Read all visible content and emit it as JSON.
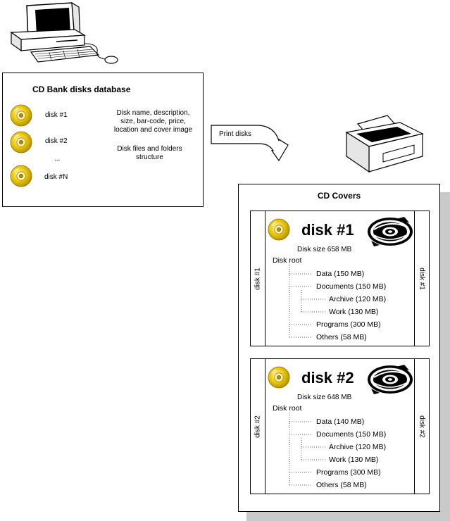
{
  "database": {
    "title": "CD Bank disks database",
    "disks": [
      "disk #1",
      "disk #2",
      "...",
      "disk #N"
    ],
    "description_lines": [
      "Disk name, description,",
      "size, bar-code, price,",
      "location and cover image"
    ],
    "structure_lines": [
      "Disk files and folders",
      "structure"
    ]
  },
  "arrow": {
    "label": "Print disks"
  },
  "covers": {
    "title": "CD Covers",
    "items": [
      {
        "title": "disk #1",
        "spine": "disk #1",
        "size": "Disk size 658 MB",
        "root": "Disk root",
        "tree": [
          "Data (150 MB)",
          "Documents (150 MB)",
          "Archive (120 MB)",
          "Work (130 MB)",
          "Programs (300 MB)",
          "Others (58 MB)"
        ]
      },
      {
        "title": "disk #2",
        "spine": "disk #2",
        "size": "Disk size 648 MB",
        "root": "Disk root",
        "tree": [
          "Data (140 MB)",
          "Documents (150 MB)",
          "Archive (120 MB)",
          "Work (130 MB)",
          "Programs (300 MB)",
          "Others (58 MB)"
        ]
      }
    ]
  },
  "colors": {
    "cd_gold": "#e8c400",
    "cd_light": "#fff3a0",
    "shadow": "#c9c9c9"
  }
}
